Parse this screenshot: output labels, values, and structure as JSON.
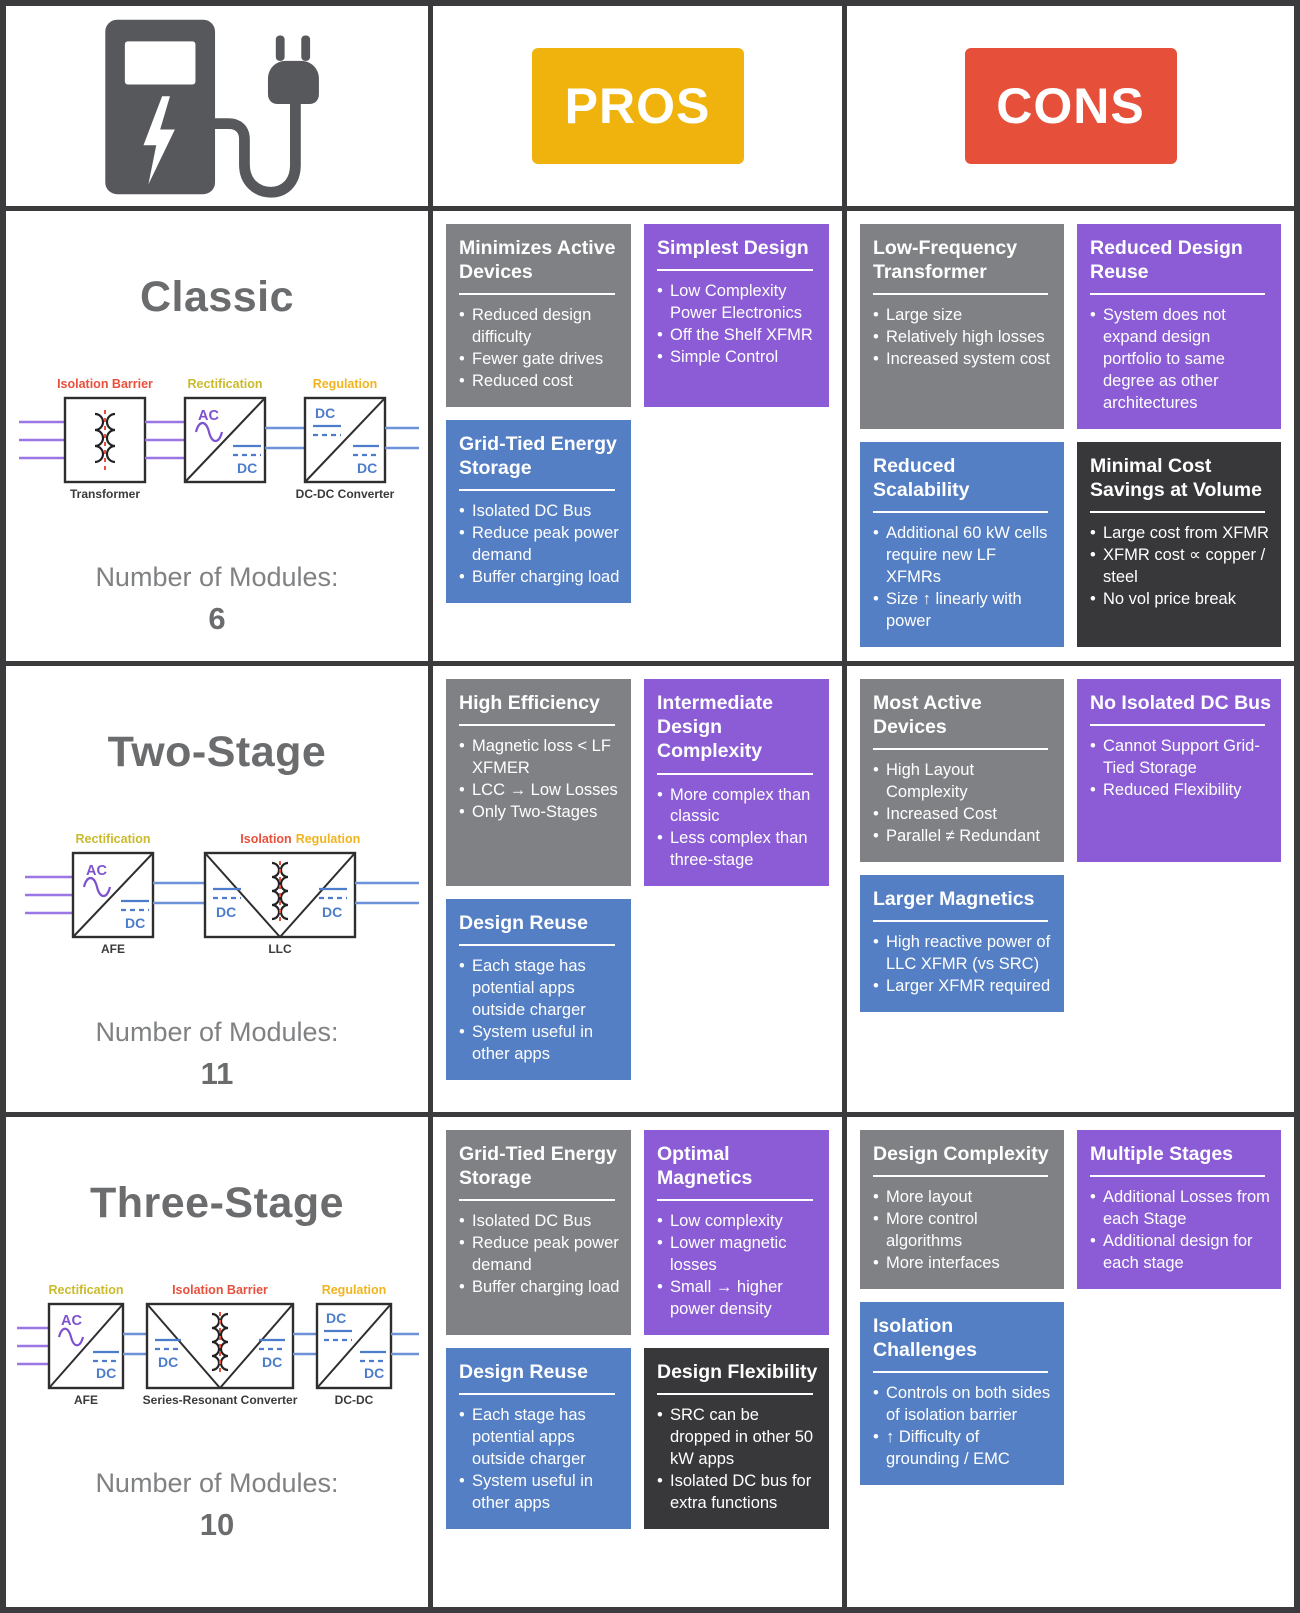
{
  "header": {
    "pros_label": "PROS",
    "cons_label": "CONS"
  },
  "colors": {
    "pros_yellow": "#F0B30E",
    "cons_red": "#E6503A",
    "card_gray": "#7F8184",
    "card_purple": "#8B5CD6",
    "card_blue": "#547FC4",
    "card_dark": "#38383A",
    "grid_border": "#3B3B3D",
    "wire_purple": "#9B77E5",
    "wire_blue": "#6E92D7",
    "label_red": "#E8503C",
    "label_yellow": "#CBBA2C",
    "label_gold": "#F0B41F"
  },
  "rows": [
    {
      "title": "Classic",
      "modules_label": "Number of Modules:",
      "modules": "6",
      "diagram": {
        "label1": "Isolation Barrier",
        "label2": "Rectification",
        "label3": "Regulation",
        "caption1": "Transformer",
        "caption3": "DC-DC Converter",
        "ac": "AC",
        "dc": "DC"
      },
      "pros": [
        {
          "color": "gray",
          "title": "Minimizes Active Devices",
          "bullets": [
            "Reduced design difficulty",
            "Fewer gate drives",
            "Reduced cost"
          ]
        },
        {
          "color": "purple",
          "title": "Simplest Design",
          "bullets": [
            "Low Complexity Power Electronics",
            "Off the Shelf XFMR",
            "Simple Control"
          ]
        },
        {
          "color": "blue",
          "title": "Grid-Tied Energy Storage",
          "bullets": [
            "Isolated DC Bus",
            "Reduce peak power demand",
            "Buffer charging load"
          ]
        }
      ],
      "cons": [
        {
          "color": "gray",
          "title": "Low-Frequency Transformer",
          "bullets": [
            "Large size",
            "Relatively high losses",
            "Increased system cost"
          ]
        },
        {
          "color": "purple",
          "title": "Reduced Design Reuse",
          "bullets": [
            "System does not expand design portfolio to same degree as other architectures"
          ]
        },
        {
          "color": "blue",
          "title": "Reduced Scalability",
          "bullets": [
            "Additional 60 kW cells require new LF XFMRs",
            "Size ↑ linearly with power"
          ]
        },
        {
          "color": "dark",
          "title": "Minimal Cost Savings at Volume",
          "bullets": [
            "Large cost from XFMR",
            "XFMR cost ∝ copper / steel",
            "No vol price break"
          ]
        }
      ]
    },
    {
      "title": "Two-Stage",
      "modules_label": "Number of Modules:",
      "modules": "11",
      "diagram": {
        "label1": "Rectification",
        "label2": "Isolation",
        "label3": "Regulation",
        "caption1": "AFE",
        "caption2": "LLC",
        "ac": "AC",
        "dc": "DC"
      },
      "pros": [
        {
          "color": "gray",
          "title": "High Efficiency",
          "bullets": [
            "Magnetic loss < LF XFMER",
            "LCC → Low Losses",
            "Only Two-Stages"
          ]
        },
        {
          "color": "purple",
          "title": "Intermediate Design Complexity",
          "bullets": [
            "More complex than classic",
            "Less complex than three-stage"
          ]
        },
        {
          "color": "blue",
          "title": "Design Reuse",
          "bullets": [
            "Each stage has potential apps outside charger",
            "System useful in other apps"
          ]
        }
      ],
      "cons": [
        {
          "color": "gray",
          "title": "Most Active Devices",
          "bullets": [
            "High Layout Complexity",
            "Increased Cost",
            "Parallel ≠ Redundant"
          ]
        },
        {
          "color": "purple",
          "title": "No Isolated DC Bus",
          "bullets": [
            "Cannot Support Grid-Tied Storage",
            "Reduced Flexibility"
          ]
        },
        {
          "color": "blue",
          "title": "Larger Magnetics",
          "bullets": [
            "High reactive power of LLC XFMR (vs SRC)",
            "Larger XFMR required"
          ]
        }
      ]
    },
    {
      "title": "Three-Stage",
      "modules_label": "Number of Modules:",
      "modules": "10",
      "diagram": {
        "label1": "Rectification",
        "label2": "Isolation Barrier",
        "label3": "Regulation",
        "caption1": "AFE",
        "caption2": "Series-Resonant Converter",
        "caption3": "DC-DC",
        "ac": "AC",
        "dc": "DC"
      },
      "pros": [
        {
          "color": "gray",
          "title": "Grid-Tied Energy Storage",
          "bullets": [
            "Isolated DC Bus",
            "Reduce peak power demand",
            "Buffer charging load"
          ]
        },
        {
          "color": "purple",
          "title": "Optimal Magnetics",
          "bullets": [
            "Low complexity",
            "Lower magnetic losses",
            "Small → higher power density"
          ]
        },
        {
          "color": "blue",
          "title": "Design Reuse",
          "bullets": [
            "Each stage has potential apps outside charger",
            "System useful in other apps"
          ]
        },
        {
          "color": "dark",
          "title": "Design Flexibility",
          "bullets": [
            "SRC can be dropped in other 50 kW apps",
            "Isolated DC bus for extra functions"
          ]
        }
      ],
      "cons": [
        {
          "color": "gray",
          "title": "Design Complexity",
          "bullets": [
            "More layout",
            "More control algorithms",
            "More interfaces"
          ]
        },
        {
          "color": "purple",
          "title": "Multiple Stages",
          "bullets": [
            "Additional Losses from each Stage",
            "Additional design for each stage"
          ]
        },
        {
          "color": "blue",
          "title": "Isolation Challenges",
          "bullets": [
            "Controls on both sides of isolation barrier",
            "↑ Difficulty of grounding / EMC"
          ]
        }
      ]
    }
  ]
}
